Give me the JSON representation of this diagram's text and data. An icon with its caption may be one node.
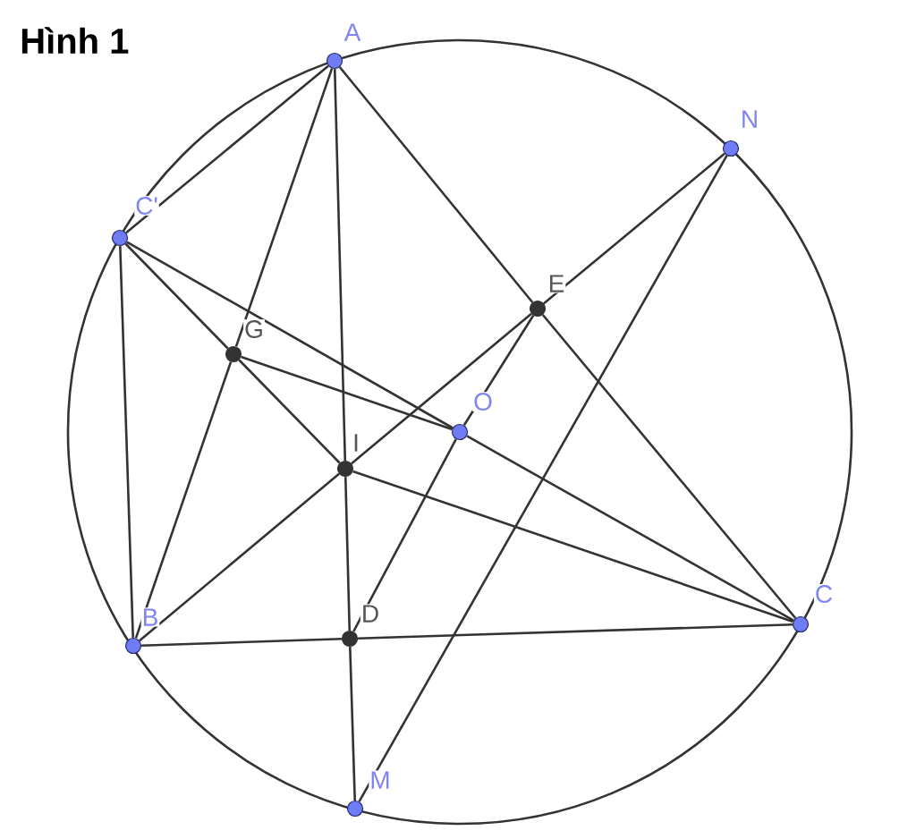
{
  "diagram": {
    "title": "Hình 1",
    "nodes": [
      {
        "text": [
          "A"
        ]
      },
      {
        "text": [
          "N"
        ]
      },
      {
        "text": [
          "C'"
        ]
      },
      {
        "text": [
          "E"
        ]
      },
      {
        "text": [
          "G"
        ]
      },
      {
        "text": [
          "O"
        ]
      },
      {
        "text": [
          "I"
        ]
      },
      {
        "text": [
          "C"
        ]
      },
      {
        "text": [
          "D"
        ]
      },
      {
        "text": [
          "B"
        ]
      },
      {
        "text": [
          "M"
        ]
      }
    ],
    "edges": [
      {
        "from": 0,
        "to": 2,
        "arrow": "none"
      },
      {
        "from": 0,
        "to": 4,
        "arrow": "none"
      },
      {
        "from": 4,
        "to": 9,
        "arrow": "none"
      },
      {
        "from": 0,
        "to": 6,
        "arrow": "none"
      },
      {
        "from": 6,
        "to": 8,
        "arrow": "none"
      },
      {
        "from": 8,
        "to": 10,
        "arrow": "none"
      },
      {
        "from": 0,
        "to": 3,
        "arrow": "none"
      },
      {
        "from": 3,
        "to": 7,
        "arrow": "none"
      },
      {
        "from": 1,
        "to": 3,
        "arrow": "none"
      },
      {
        "from": 3,
        "to": 6,
        "arrow": "none"
      },
      {
        "from": 6,
        "to": 9,
        "arrow": "none"
      },
      {
        "from": 1,
        "to": 10,
        "arrow": "none"
      },
      {
        "from": 2,
        "to": 9,
        "arrow": "none"
      },
      {
        "from": 2,
        "to": 4,
        "arrow": "none"
      },
      {
        "from": 4,
        "to": 6,
        "arrow": "none"
      },
      {
        "from": 6,
        "to": 7,
        "arrow": "none"
      },
      {
        "from": 2,
        "to": 5,
        "arrow": "none"
      },
      {
        "from": 5,
        "to": 7,
        "arrow": "none"
      },
      {
        "from": 4,
        "to": 5,
        "arrow": "none"
      },
      {
        "from": 3,
        "to": 5,
        "arrow": "none"
      },
      {
        "from": 5,
        "to": 8,
        "arrow": "none"
      },
      {
        "from": 9,
        "to": 8,
        "arrow": "none"
      },
      {
        "from": 8,
        "to": 7,
        "arrow": "none"
      }
    ]
  }
}
